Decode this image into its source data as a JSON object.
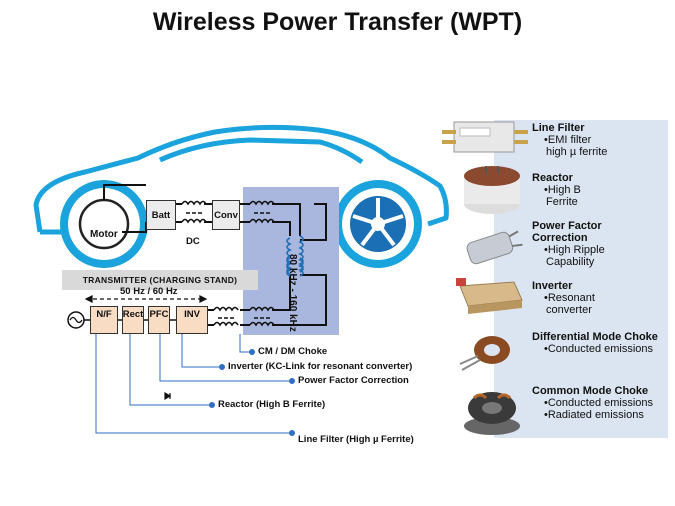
{
  "title": "Wireless Power Transfer (WPT)",
  "vehicle": {
    "motor_label": "Motor",
    "batt_label": "Batt",
    "conv_label": "Conv",
    "dc_label": "DC",
    "frequency_label": "80 kHz - 160 kHz"
  },
  "transmitter": {
    "banner": "TRANSMITTER  (CHARGING  STAND)",
    "freq_label": "50 Hz / 60 Hz",
    "blocks": [
      "N/F",
      "Rect",
      "PFC",
      "INV"
    ]
  },
  "callouts": [
    "CM / DM Choke",
    "Inverter (KC-Link for resonant converter)",
    "Power Factor Correction",
    "Reactor  (High B Ferrite)",
    "Line Filter (High µ Ferrite)"
  ],
  "components": [
    {
      "name": "Line Filter",
      "bullets": [
        "•EMI filter",
        " high µ ferrite"
      ],
      "icon": "line-filter-icon"
    },
    {
      "name": "Reactor",
      "bullets": [
        "•High B",
        " Ferrite"
      ],
      "icon": "reactor-icon"
    },
    {
      "name": "Power Factor Correction",
      "bullets": [
        "•High Ripple",
        " Capability"
      ],
      "icon": "capacitor-icon"
    },
    {
      "name": "Inverter",
      "bullets": [
        "•Resonant",
        " converter"
      ],
      "icon": "kc-link-capacitor-icon"
    },
    {
      "name": "Differential Mode Choke",
      "bullets": [
        "•Conducted emissions"
      ],
      "icon": "toroid-choke-icon"
    },
    {
      "name": "Common Mode Choke",
      "bullets": [
        "•Conducted emissions",
        "•Radiated emissions"
      ],
      "icon": "common-mode-choke-icon"
    }
  ],
  "colors": {
    "car_body": "#1aa3dc",
    "highlight_box": "#a9b6dd",
    "side_panel": "#dbe5f1",
    "callout_dot": "#2f6fc4",
    "block_peach": "#f8dcc4"
  }
}
